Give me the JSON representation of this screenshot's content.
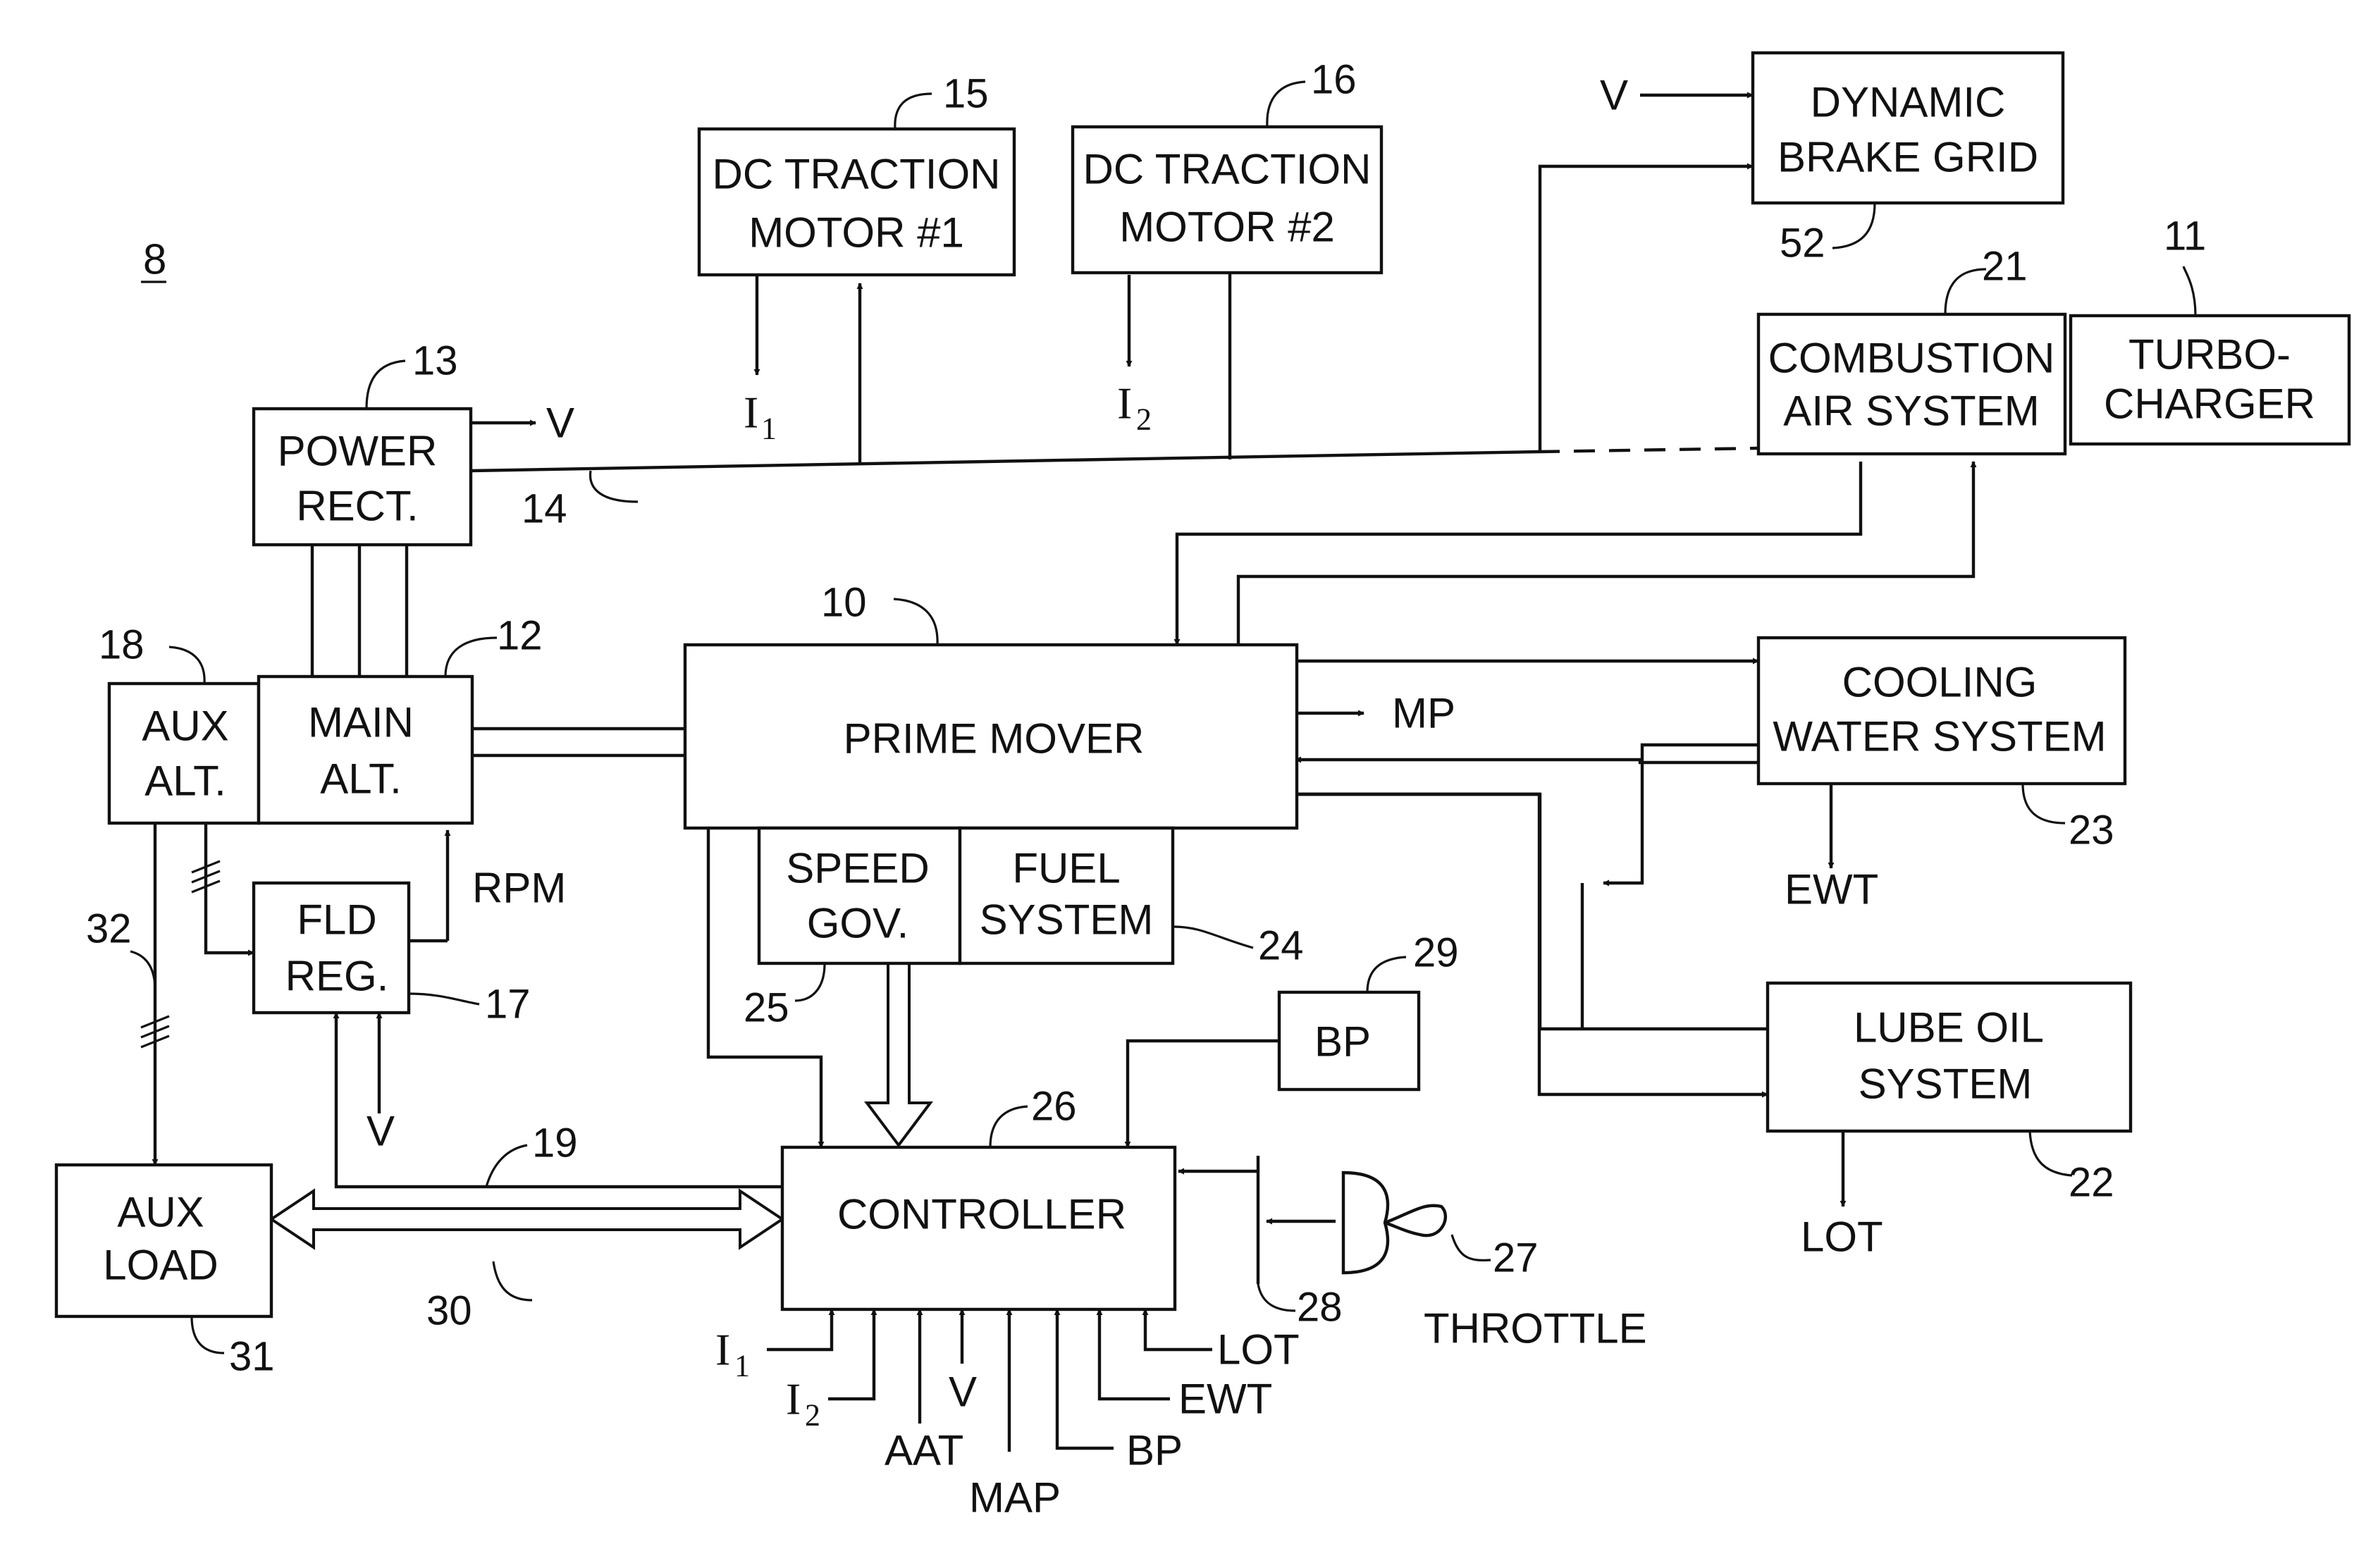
{
  "figure_number": "8",
  "blocks": {
    "dc_traction_motor_1": {
      "lines": [
        "DC TRACTION",
        "MOTOR #1"
      ],
      "ref": "15"
    },
    "dc_traction_motor_2": {
      "lines": [
        "DC TRACTION",
        "MOTOR #2"
      ],
      "ref": "16"
    },
    "dynamic_brake_grid": {
      "lines": [
        "DYNAMIC",
        "BRAKE GRID"
      ],
      "ref": "52"
    },
    "combustion_air_system": {
      "lines": [
        "COMBUSTION",
        "AIR SYSTEM"
      ],
      "ref": "21"
    },
    "turbocharger": {
      "lines": [
        "TURBO-",
        "CHARGER"
      ],
      "ref": "11"
    },
    "power_rect": {
      "lines": [
        "POWER",
        "RECT."
      ],
      "ref": "13"
    },
    "aux_alt": {
      "lines": [
        "AUX",
        "ALT."
      ],
      "ref": "18"
    },
    "main_alt": {
      "lines": [
        "MAIN",
        "ALT."
      ],
      "ref": "12"
    },
    "prime_mover": {
      "lines": [
        "PRIME MOVER"
      ],
      "ref": "10"
    },
    "speed_gov": {
      "lines": [
        "SPEED",
        "GOV."
      ],
      "ref": "25"
    },
    "fuel_system": {
      "lines": [
        "FUEL",
        "SYSTEM"
      ],
      "ref": "24"
    },
    "cooling_water_system": {
      "lines": [
        "COOLING",
        "WATER SYSTEM"
      ],
      "ref": "23"
    },
    "fld_reg": {
      "lines": [
        "FLD",
        "REG."
      ],
      "ref": "17"
    },
    "bp_sensor": {
      "lines": [
        "BP"
      ],
      "ref": "29"
    },
    "lube_oil_system": {
      "lines": [
        "LUBE OIL",
        "SYSTEM"
      ],
      "ref": "22"
    },
    "aux_load": {
      "lines": [
        "AUX",
        "LOAD"
      ],
      "ref": "31"
    },
    "controller": {
      "lines": [
        "CONTROLLER"
      ],
      "ref": "26"
    }
  },
  "refs": {
    "dc_bus": "14",
    "aux_bus": "32",
    "field_control_line": "19",
    "aux_load_link": "30",
    "throttle_switch": "28",
    "throttle_handle": "27"
  },
  "signals": {
    "v": "V",
    "i_letter": "I",
    "i1_sub": "1",
    "i2_sub": "2",
    "mp": "MP",
    "rpm": "RPM",
    "ewt": "EWT",
    "lot": "LOT",
    "bp": "BP",
    "aat": "AAT",
    "map": "MAP",
    "throttle": "THROTTLE"
  }
}
